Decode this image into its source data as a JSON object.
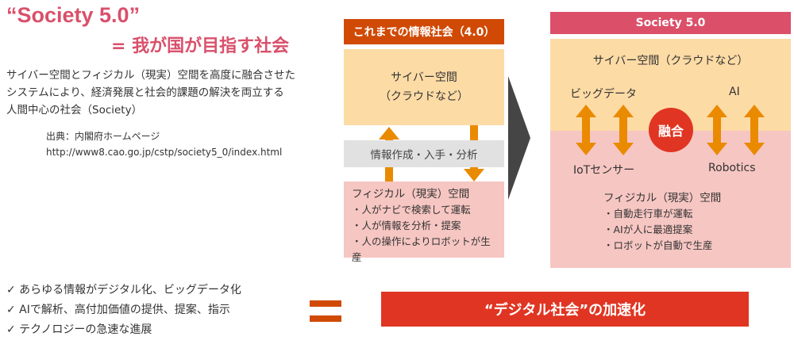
{
  "heading": {
    "title": "“Society 5.0”",
    "subtitle": "= 我が国が目指す社会"
  },
  "description": [
    "サイバー空間とフィジカル（現実）空間を高度に融合させた",
    "システムにより、経済発展と社会的課題の解決を両立する",
    "人間中心の社会（Society）"
  ],
  "source": {
    "label": "出典：内閣府ホームページ",
    "url": "http://www8.cao.go.jp/cstp/society5_0/index.html"
  },
  "society40": {
    "header": "これまでの情報社会（4.0）",
    "cyber": [
      "サイバー空間",
      "（クラウドなど）"
    ],
    "middle": "情報作成・入手・分析",
    "physical_title": "フィジカル（現実）空間",
    "physical_items": [
      "・人がナビで検索して運転",
      "・人が情報を分析・提案",
      "・人の操作によりロボットが生産"
    ]
  },
  "society50": {
    "header": "Society 5.0",
    "cyber": "サイバー空間（クラウドなど）",
    "big_data": "ビッグデータ",
    "ai": "AI",
    "fusion": "融合",
    "iot": "IoTセンサー",
    "robotics": "Robotics",
    "physical_title": "フィジカル（現実）空間",
    "physical_items": [
      "・自動走行車が運転",
      "・AIが人に最適提案",
      "・ロボットが自動で生産"
    ]
  },
  "checks": [
    "✓ あらゆる情報がデジタル化、ビッグデータ化",
    "✓ AIで解析、高付加価値の提供、提案、指示",
    "✓ テクノロジーの急速な進展"
  ],
  "banner": "“デジタル社会”の加速化"
}
